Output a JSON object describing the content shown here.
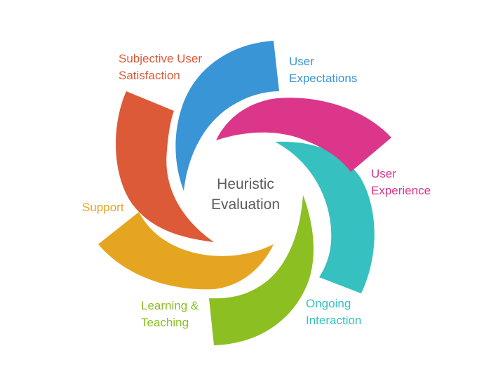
{
  "center": {
    "line1": "Heuristic",
    "line2": "Evaluation"
  },
  "segments": [
    {
      "id": "user-expectations",
      "lines": [
        "User",
        "Expectations"
      ],
      "color": "#3a95d6"
    },
    {
      "id": "user-experience",
      "lines": [
        "User",
        "Experience"
      ],
      "color": "#dc368a"
    },
    {
      "id": "ongoing-interaction",
      "lines": [
        "Ongoing",
        "Interaction"
      ],
      "color": "#36c0c0"
    },
    {
      "id": "learning-teaching",
      "lines": [
        "Learning &",
        "Teaching"
      ],
      "color": "#8bbf22"
    },
    {
      "id": "support",
      "lines": [
        "Support"
      ],
      "color": "#e6a520"
    },
    {
      "id": "subjective-user-satisfaction",
      "lines": [
        "Subjective User",
        "Satisfaction"
      ],
      "color": "#dc5a38"
    }
  ]
}
